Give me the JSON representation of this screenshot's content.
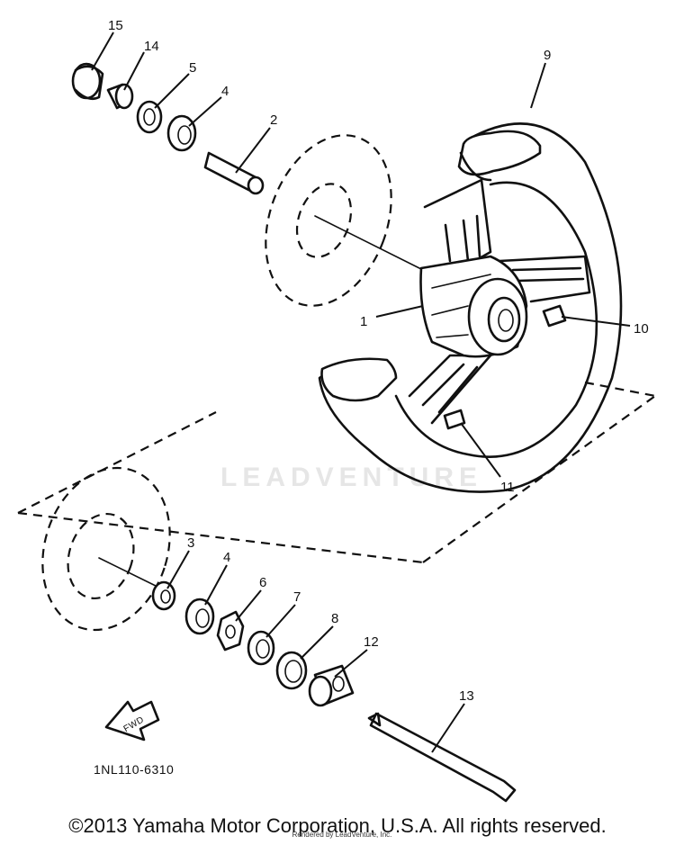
{
  "diagram": {
    "callouts": {
      "p1": "1",
      "p2": "2",
      "p3": "3",
      "p4a": "4",
      "p4b": "4",
      "p5": "5",
      "p6": "6",
      "p7": "7",
      "p8": "8",
      "p9": "9",
      "p10": "10",
      "p11": "11",
      "p12": "12",
      "p13": "13",
      "p14": "14",
      "p15": "15"
    },
    "fwd_label": "FWD",
    "diagram_code": "1NL110-6310",
    "watermark": "LEADVENTURE"
  },
  "footer": {
    "copyright": "©2013 Yamaha Motor Corporation, U.S.A. All rights reserved.",
    "rendered_by": "Rendered by LeadVenture, Inc."
  }
}
